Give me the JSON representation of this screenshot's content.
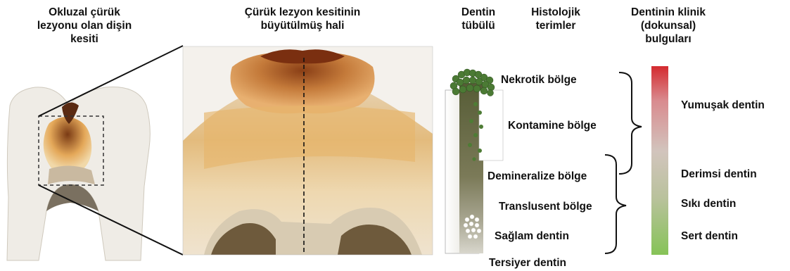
{
  "headers": {
    "tooth_section": "Okluzal çürük\nlezyonu olan dişin\nkesiti",
    "magnified": "Çürük lezyon kesitinin\nbüyütülmüş hali",
    "tubule": "Dentin\ntübülü",
    "histologic": "Histolojik\nterimler",
    "clinical": "Dentinin klinik\n(dokunsal)\nbulguları"
  },
  "zones": [
    "Nekrotik bölge",
    "Kontamine bölge",
    "Demineralize bölge",
    "Translusent bölge",
    "Sağlam dentin",
    "Tersiyer dentin"
  ],
  "clinical_findings": [
    "Yumuşak dentin",
    "Derimsi dentin",
    "Sıkı dentin",
    "Sert dentin"
  ],
  "colors": {
    "gradient_top": "#d42a2f",
    "gradient_mid": "#c9c8b7",
    "gradient_bottom": "#86c357",
    "dentin_dark": "#5f6440",
    "bacteria": "#4b7a34",
    "enamel": "#f1eee8",
    "lesion": "#c97a2a"
  }
}
